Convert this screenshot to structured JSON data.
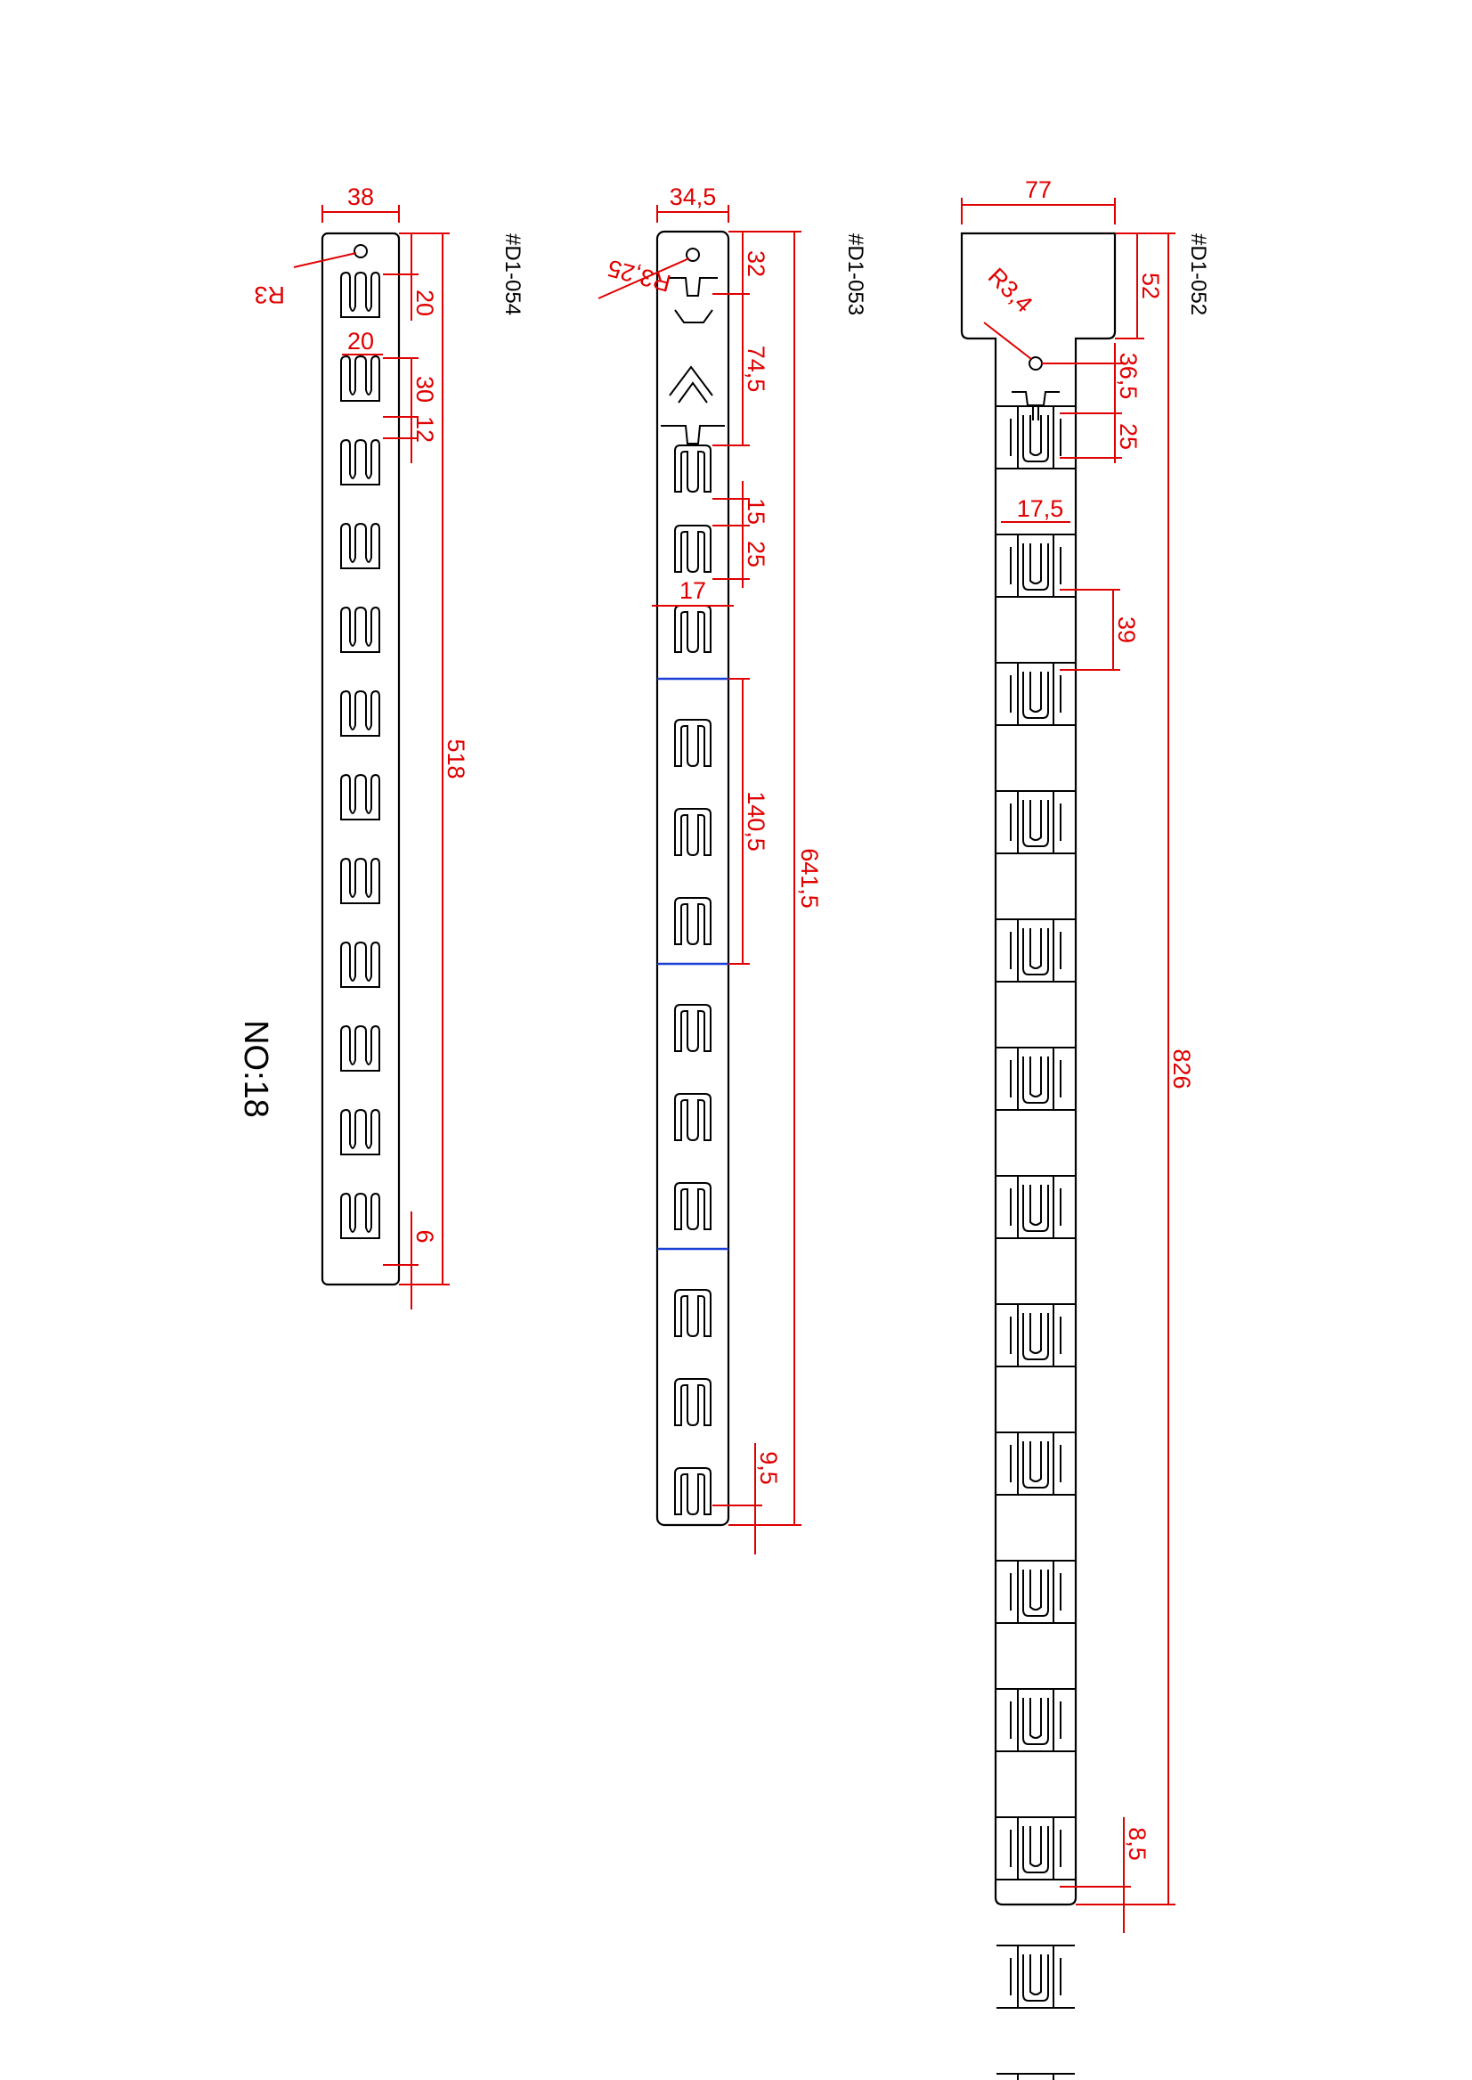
{
  "sheet_number": "NO:18",
  "parts": [
    {
      "code": "#D1-054",
      "dimensions": {
        "width": "38",
        "hole_radius": "R3",
        "top_offset": "20",
        "slot_width": "20",
        "slot_pitch": "30",
        "slot_gap": "12",
        "overall_length": "518",
        "bottom_offset": "6"
      }
    },
    {
      "code": "#D1-053",
      "dimensions": {
        "width": "34,5",
        "hole_radius": "R3,25",
        "top_offset": "32",
        "header_length": "74,5",
        "slot_gap": "15",
        "slot_pitch": "25",
        "slot_width": "17",
        "segment_length": "140,5",
        "overall_length": "641,5",
        "bottom_offset": "9,5"
      }
    },
    {
      "code": "#D1-052",
      "dimensions": {
        "head_width": "77",
        "head_height": "52",
        "hole_radius": "R3,4",
        "hole_to_slot": "36,5",
        "slot_pitch": "25",
        "slot_width": "17,5",
        "slot_spacing": "39",
        "overall_length": "826",
        "bottom_offset": "8,5"
      }
    }
  ]
}
